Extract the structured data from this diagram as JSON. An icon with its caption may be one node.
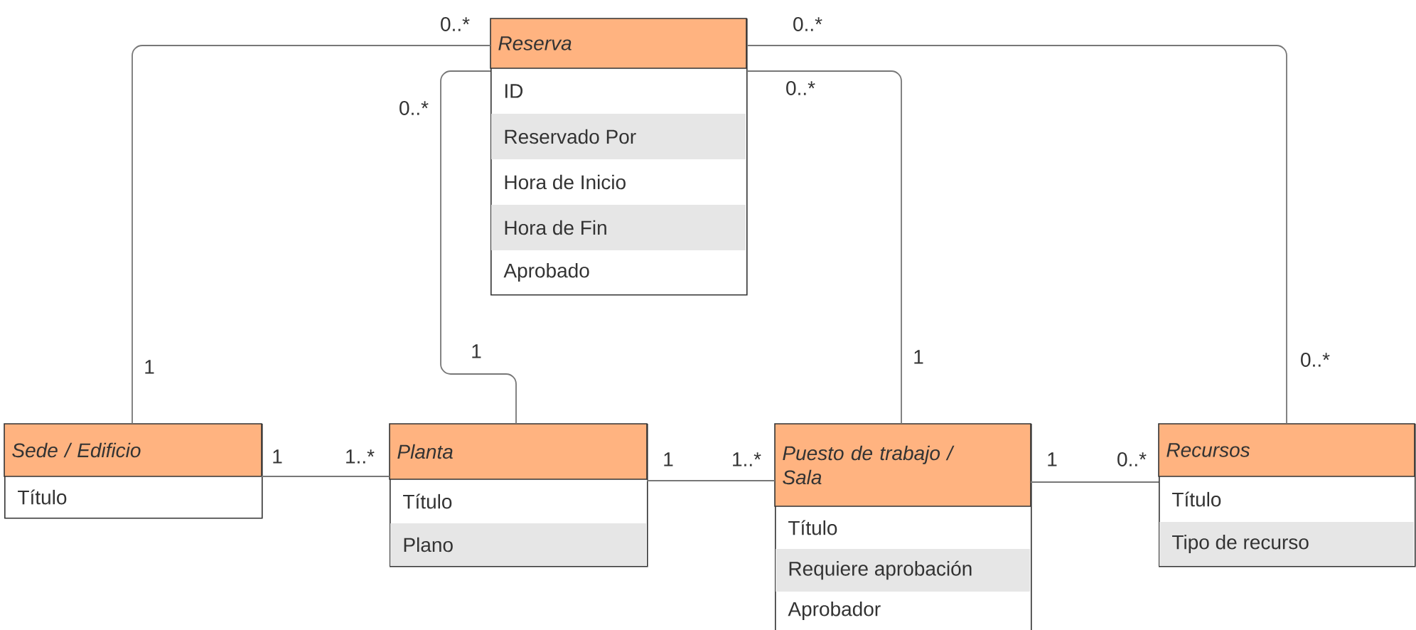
{
  "diagram": {
    "nodes": [
      {
        "text": [
          "Reserva",
          "ID",
          "Reservado Por",
          "Hora de Inicio",
          "Hora de Fin",
          "Aprobado"
        ]
      },
      {
        "text": [
          "Sede / Edificio",
          "Título"
        ]
      },
      {
        "text": [
          "Planta",
          "Título",
          "Plano"
        ]
      },
      {
        "text": [
          "Puesto de trabajo / Sala",
          "Título",
          "Requiere aprobación",
          "Aprobador"
        ]
      },
      {
        "text": [
          "Recursos",
          "Título",
          "Tipo de recurso"
        ]
      }
    ],
    "edges": [
      {
        "from": 1,
        "to": 0,
        "arrow": "none"
      },
      {
        "from": 2,
        "to": 0,
        "arrow": "none"
      },
      {
        "from": 3,
        "to": 0,
        "arrow": "none"
      },
      {
        "from": 4,
        "to": 0,
        "arrow": "none"
      },
      {
        "from": 1,
        "to": 2,
        "arrow": "none"
      },
      {
        "from": 2,
        "to": 3,
        "arrow": "none"
      },
      {
        "from": 3,
        "to": 4,
        "arrow": "none"
      }
    ],
    "labels": [
      "0..*",
      "0..*",
      "0..*",
      "0..*",
      "1",
      "1",
      "0..*",
      "1",
      "1",
      "1..*",
      "1",
      "1..*",
      "1",
      "0..*"
    ]
  }
}
